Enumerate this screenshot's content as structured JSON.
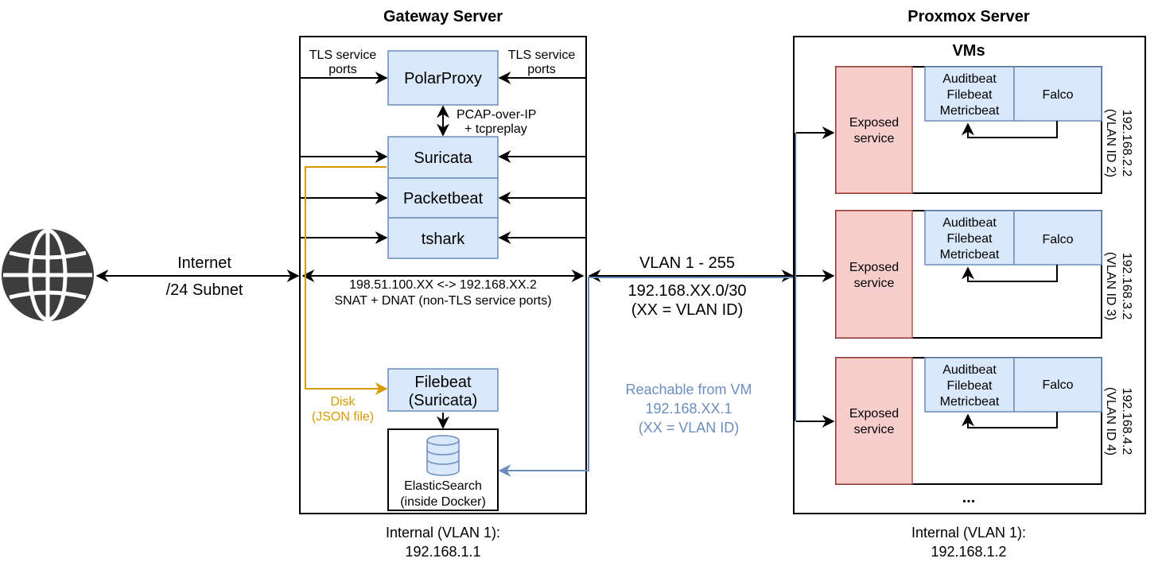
{
  "gateway": {
    "title": "Gateway Server",
    "tls_left": [
      "TLS service",
      "ports"
    ],
    "tls_right": [
      "TLS service",
      "ports"
    ],
    "polarproxy": "PolarProxy",
    "pcap": [
      "PCAP-over-IP",
      "+ tcpreplay"
    ],
    "suricata": "Suricata",
    "packetbeat": "Packetbeat",
    "tshark": "tshark",
    "nat": [
      "198.51.100.XX <-> 192.168.XX.2",
      "SNAT + DNAT (non-TLS service ports)"
    ],
    "filebeat": [
      "Filebeat",
      "(Suricata)"
    ],
    "disk": [
      "Disk",
      "(JSON file)"
    ],
    "elastic": [
      "ElasticSearch",
      "(inside Docker)"
    ],
    "internal": [
      "Internal (VLAN 1):",
      "192.168.1.1"
    ]
  },
  "internet": {
    "label_top": "Internet",
    "label_bottom": "/24 Subnet"
  },
  "link": {
    "vlan": "VLAN 1 - 255",
    "subnet": [
      "192.168.XX.0/30",
      "(XX = VLAN ID)"
    ],
    "reachable": [
      "Reachable from VM",
      "192.168.XX.1",
      "(XX = VLAN ID)"
    ]
  },
  "proxmox": {
    "title": "Proxmox Server",
    "vms_label": "VMs",
    "vms": [
      {
        "exposed": [
          "Exposed",
          "service"
        ],
        "beats": [
          "Auditbeat",
          "Filebeat",
          "Metricbeat"
        ],
        "falco": "Falco",
        "ip": "192.168.2.2",
        "vlan": "(VLAN ID 2)"
      },
      {
        "exposed": [
          "Exposed",
          "service"
        ],
        "beats": [
          "Auditbeat",
          "Filebeat",
          "Metricbeat"
        ],
        "falco": "Falco",
        "ip": "192.168.3.2",
        "vlan": "(VLAN ID 3)"
      },
      {
        "exposed": [
          "Exposed",
          "service"
        ],
        "beats": [
          "Auditbeat",
          "Filebeat",
          "Metricbeat"
        ],
        "falco": "Falco",
        "ip": "192.168.4.2",
        "vlan": "(VLAN ID 4)"
      }
    ],
    "ellipsis": "...",
    "internal": [
      "Internal (VLAN 1):",
      "192.168.1.2"
    ]
  },
  "colors": {
    "blue_fill": "#dae8fc",
    "blue_stroke": "#6c8ebf",
    "red_fill": "#f8cecc",
    "red_stroke": "#b85450",
    "orange": "#d79b00",
    "link_blue": "#6c8ebf"
  }
}
